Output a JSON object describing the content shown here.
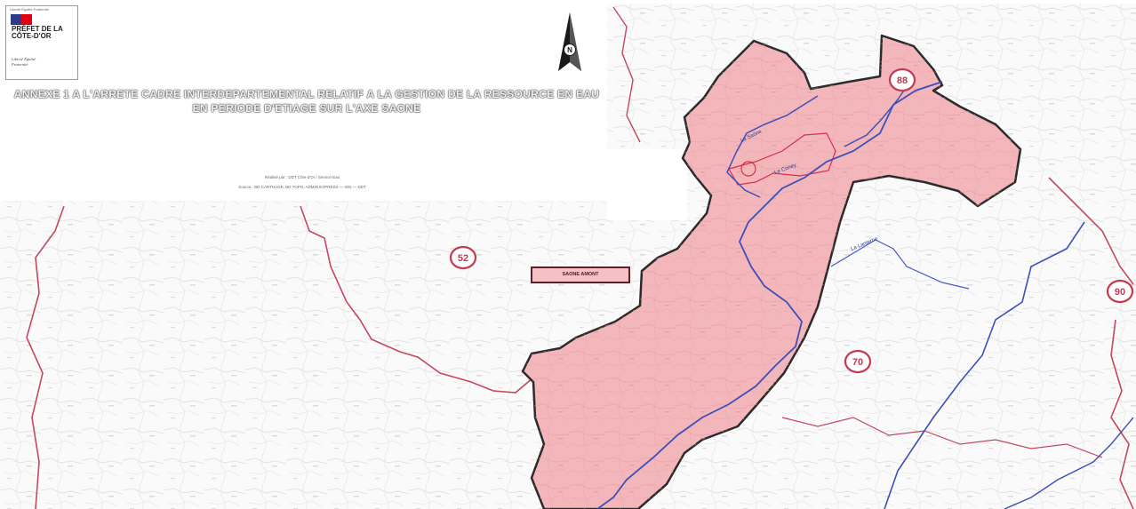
{
  "header": {
    "logo_topline": "Liberté Égalité Fraternité",
    "logo_title": "PRÉFET DE LA CÔTE-D'OR",
    "logo_motto": "Liberté Égalité Fraternité",
    "title": "ANNEXE 1 A L'ARRETE CADRE INTERDEPARTEMENTAL RELATIF A LA GESTION DE LA RESSOURCE EN EAU EN PERIODE D'ETIAGE SUR L'AXE SAONE",
    "source_line1": "Réalisé par : DDT Côte-d'Or / Service Eau",
    "source_line2": "Source : BD CARTHAGE, BD TOPO, ADMIN EXPRESS — IGN — DDT"
  },
  "map": {
    "compass_letter": "N",
    "zone_label": "SAONE AMONT",
    "departments": [
      {
        "code": "88"
      },
      {
        "code": "52"
      },
      {
        "code": "70"
      },
      {
        "code": "90"
      }
    ],
    "rivers": [
      {
        "name": "La Saône"
      },
      {
        "name": "Le Coney"
      },
      {
        "name": "La Lanterne"
      }
    ],
    "colors": {
      "zone_fill": "#f3b6ba",
      "zone_border": "#2b2b2b",
      "department_border": "#c4485e",
      "river": "#3d4fb8",
      "badge_ring": "#c43a50"
    }
  }
}
